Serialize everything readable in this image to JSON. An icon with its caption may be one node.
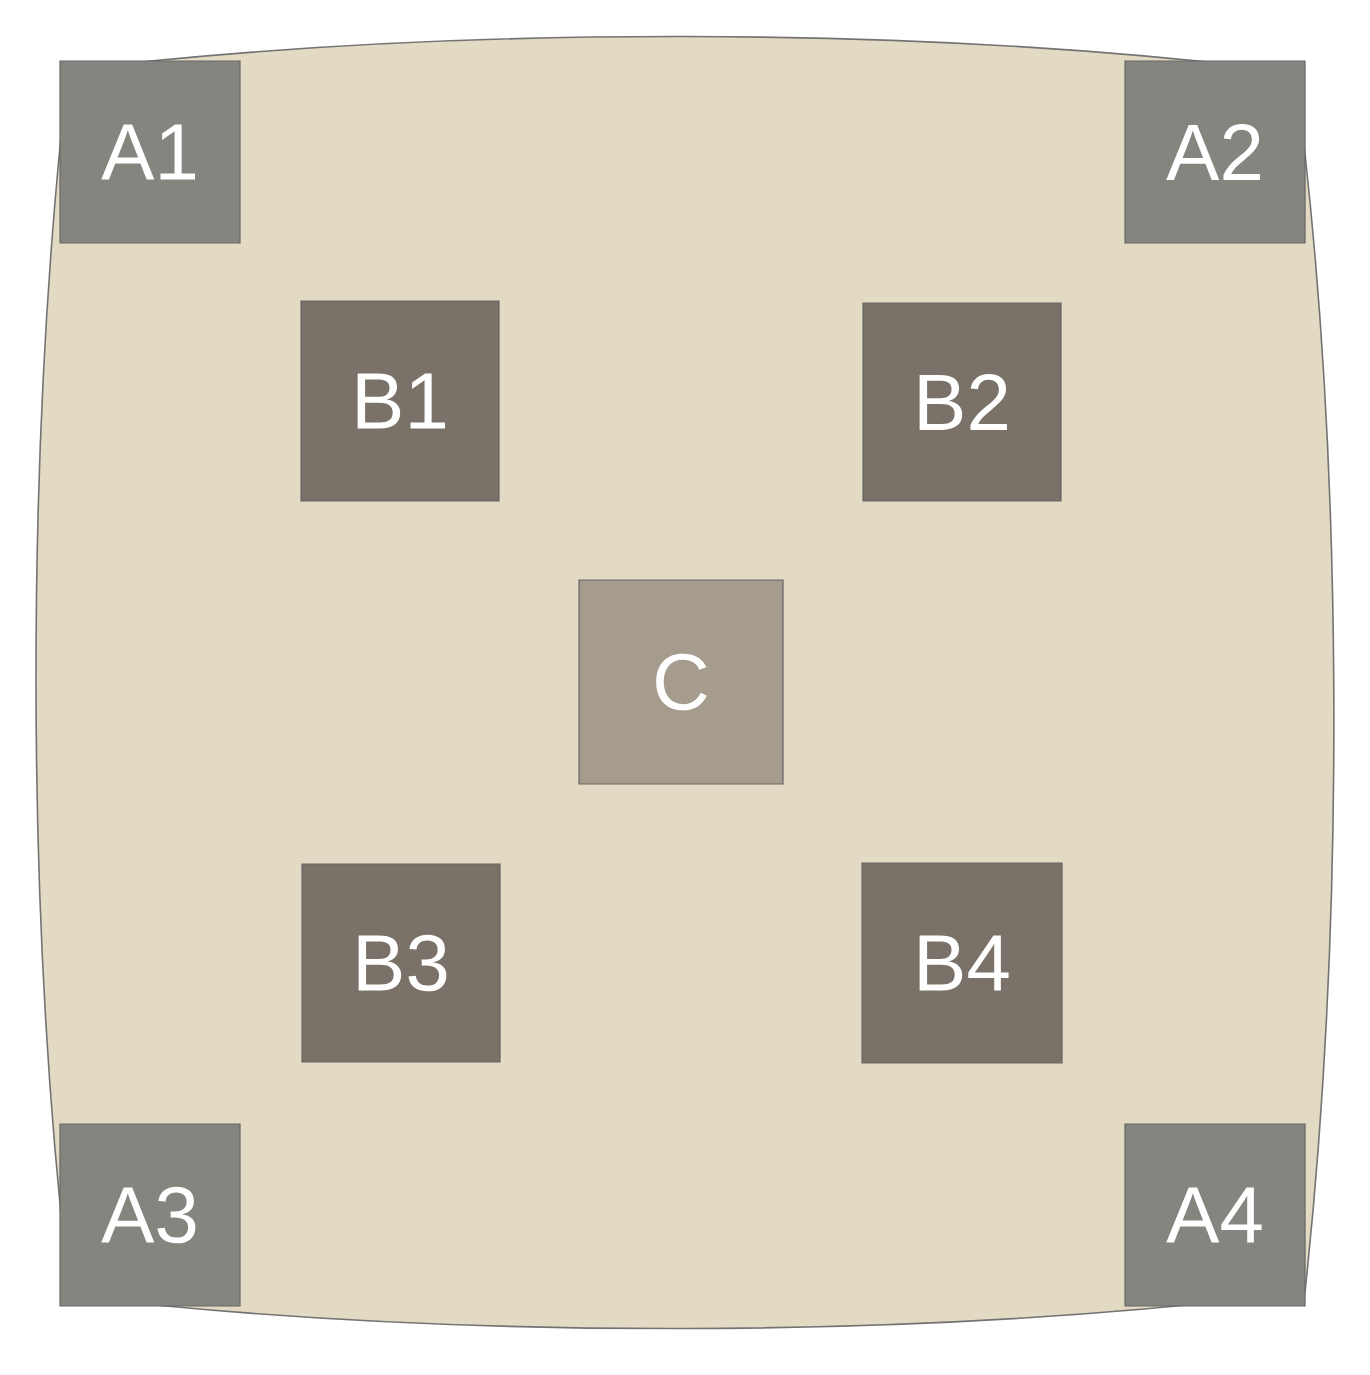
{
  "diagram": {
    "nodes": [
      {
        "text": [
          "A1"
        ]
      },
      {
        "text": [
          "A2"
        ]
      },
      {
        "text": [
          "B1"
        ]
      },
      {
        "text": [
          "B2"
        ]
      },
      {
        "text": [
          "C"
        ]
      },
      {
        "text": [
          "B3"
        ]
      },
      {
        "text": [
          "B4"
        ]
      },
      {
        "text": [
          "A3"
        ]
      },
      {
        "text": [
          "A4"
        ]
      }
    ]
  }
}
